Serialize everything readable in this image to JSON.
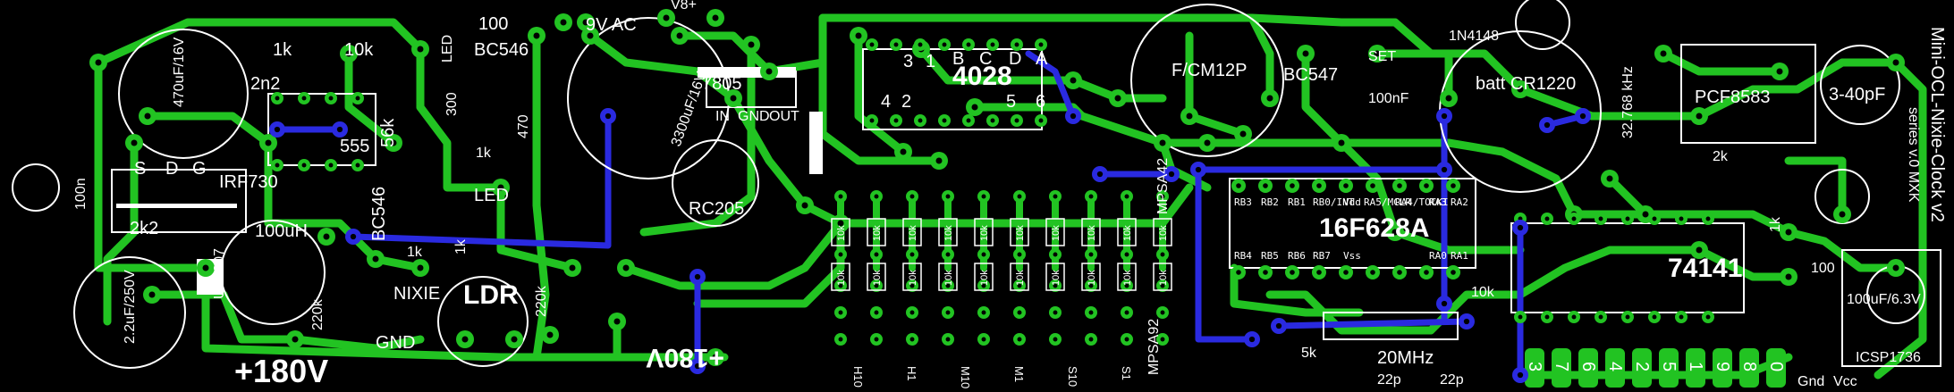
{
  "board": {
    "colors": {
      "background": "#000000",
      "copper_top": "#22c322",
      "copper_bottom": "#2a2ae0",
      "silkscreen": "#ffffff"
    },
    "labels": {
      "cap_470u": "470uF/16V",
      "res_1k_top": "1k",
      "res_10k_top": "10k",
      "cap_2n2": "2n2",
      "ic_555": "555",
      "res_56k": "56k",
      "cap_100n_left": "100n",
      "pin_s": "S",
      "pin_d": "D",
      "pin_g": "G",
      "mosfet": "IRF730",
      "res_2k2": "2k2",
      "inductor": "100uH",
      "diode_uf": "UF4007",
      "cap_2u2": "2.2uF/250V",
      "v180_left": "+180V",
      "res_100_top": "100",
      "bc546_top": "BC546",
      "led_top": "LED",
      "res_300": "300",
      "res_470": "470",
      "res_1k_mid": "1k",
      "led_mid": "LED",
      "bc546_mid": "BC546",
      "res_1k_small": "1k",
      "res_1k_box": "1k",
      "res_220k": "220k",
      "nixie": "NIXIE",
      "gnd_left": "GND",
      "ldr": "LDR",
      "res_220": "220k",
      "vac": "9V AC",
      "v8": "V8+",
      "cap_3300u": "3300uF/16V",
      "reg_7805": "7805",
      "pin_in": "IN",
      "pin_gnd": "GND",
      "pin_out": "OUT",
      "rectifier": "RC205",
      "v180_bottom": "+180V",
      "ic_4028": "4028",
      "pin_3": "3",
      "pin_1": "1",
      "pin_b": "B",
      "pin_c": "C",
      "pin_d2": "D",
      "pin_a": "A",
      "pin_4": "4",
      "pin_2": "2",
      "pin_5": "5",
      "pin_6": "6",
      "buzzer": "F/CM12P",
      "trans_bc547": "BC547",
      "cap_100nf": "100nF",
      "mpsa42": "MPSA42",
      "mpsa92": "MPSA92",
      "mcu": "16F628A",
      "rb3": "RB3",
      "rb2": "RB2",
      "rb1": "RB1",
      "rb0": "RB0/INT",
      "vdd": "Vdd",
      "ra5": "RA5/MCLR",
      "ra4": "RA4/TOCKI",
      "ra3": "RA3",
      "ra2": "RA2",
      "rb4": "RB4",
      "rb5": "RB5",
      "rb6": "RB6",
      "rb7": "RB7",
      "vss": "Vss",
      "ra0": "RA0",
      "ra1": "RA1",
      "crystal_20": "20MHz",
      "cap_22p_a": "22p",
      "cap_22p_b": "22p",
      "res_5k": "5k",
      "res_10k_mid": "10k",
      "diode_4148": "1N4148",
      "batt": "batt CR1220",
      "crystal_32": "32.768 kHz",
      "rtc": "PCF8583",
      "trimcap": "3-40pF",
      "res_2k": "2k",
      "decoder_74141": "74141",
      "res_1k_right": "1k",
      "res_100_right": "100",
      "cap_100u": "100uF/6.3V",
      "conn_isp": "ICSP1736",
      "gnd_right": "Gnd",
      "vcc_right": "Vcc",
      "set": "SET",
      "title_vertical": "Mini-OCL-Nixie-Clock v2",
      "series": "series v.0 MXK",
      "small_res": "10k",
      "digits": [
        "3",
        "7",
        "6",
        "4",
        "2",
        "5",
        "1",
        "9",
        "8",
        "0"
      ],
      "anode_labels": [
        "H10",
        "H1",
        "M10",
        "M1",
        "S10",
        "S1"
      ]
    }
  }
}
